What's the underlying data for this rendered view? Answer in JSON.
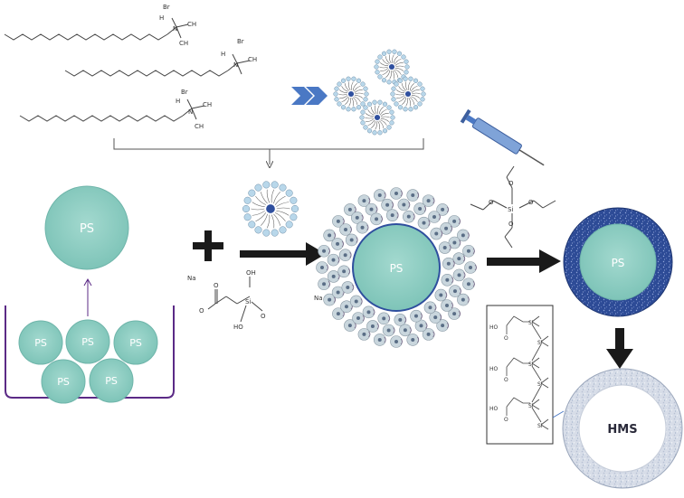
{
  "labels": {
    "ps": "PS",
    "hms": "HMS",
    "br": "Br",
    "na": "Na",
    "plus_charge": "+",
    "minus_charge": "−",
    "n_atom": "N",
    "ch3": "CH",
    "h3c": "H",
    "si": "Si",
    "oh": "OH",
    "ho": "HO",
    "o": "O",
    "o_minus": "O"
  },
  "colors": {
    "ps_fill": "#8fcfc5",
    "ps_stroke": "#6fb5aa",
    "shell_blue": "#2f4f9e",
    "arrow_dark": "#1a1a1a",
    "beaker": "#5b2a86",
    "chevron": "#4a78c4",
    "line_gray": "#555555"
  },
  "icons": {
    "plus": "plus-icon",
    "syringe": "syringe-icon",
    "chevrons": "double-chevron-icon"
  }
}
